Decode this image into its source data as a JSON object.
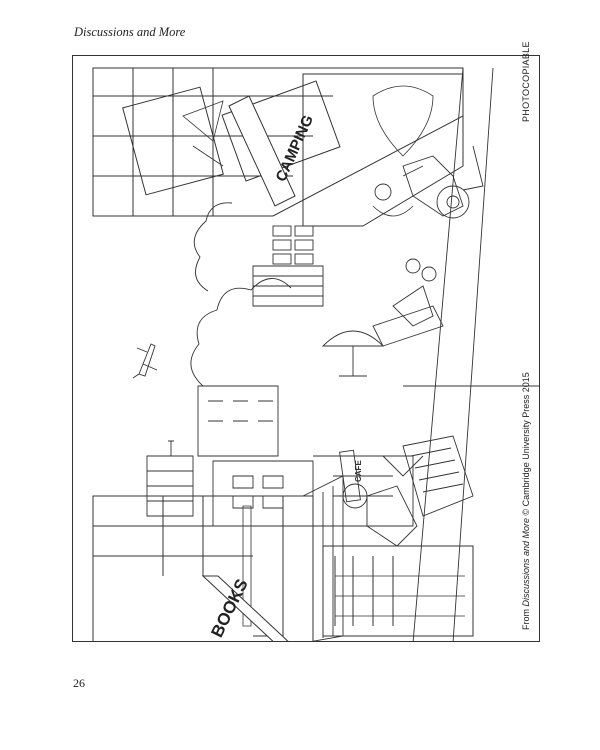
{
  "header": {
    "running_head": "Discussions and More"
  },
  "illustration": {
    "signs": {
      "camping": "CAMPING",
      "books": "BOOKS",
      "cafe": "CAFE"
    }
  },
  "side": {
    "photocopiable": "PHOTOCOPIABLE",
    "credit_prefix": "From ",
    "credit_title": "Discussions and More",
    "credit_suffix": " © Cambridge University Press 2015"
  },
  "footer": {
    "page_number": "26"
  }
}
